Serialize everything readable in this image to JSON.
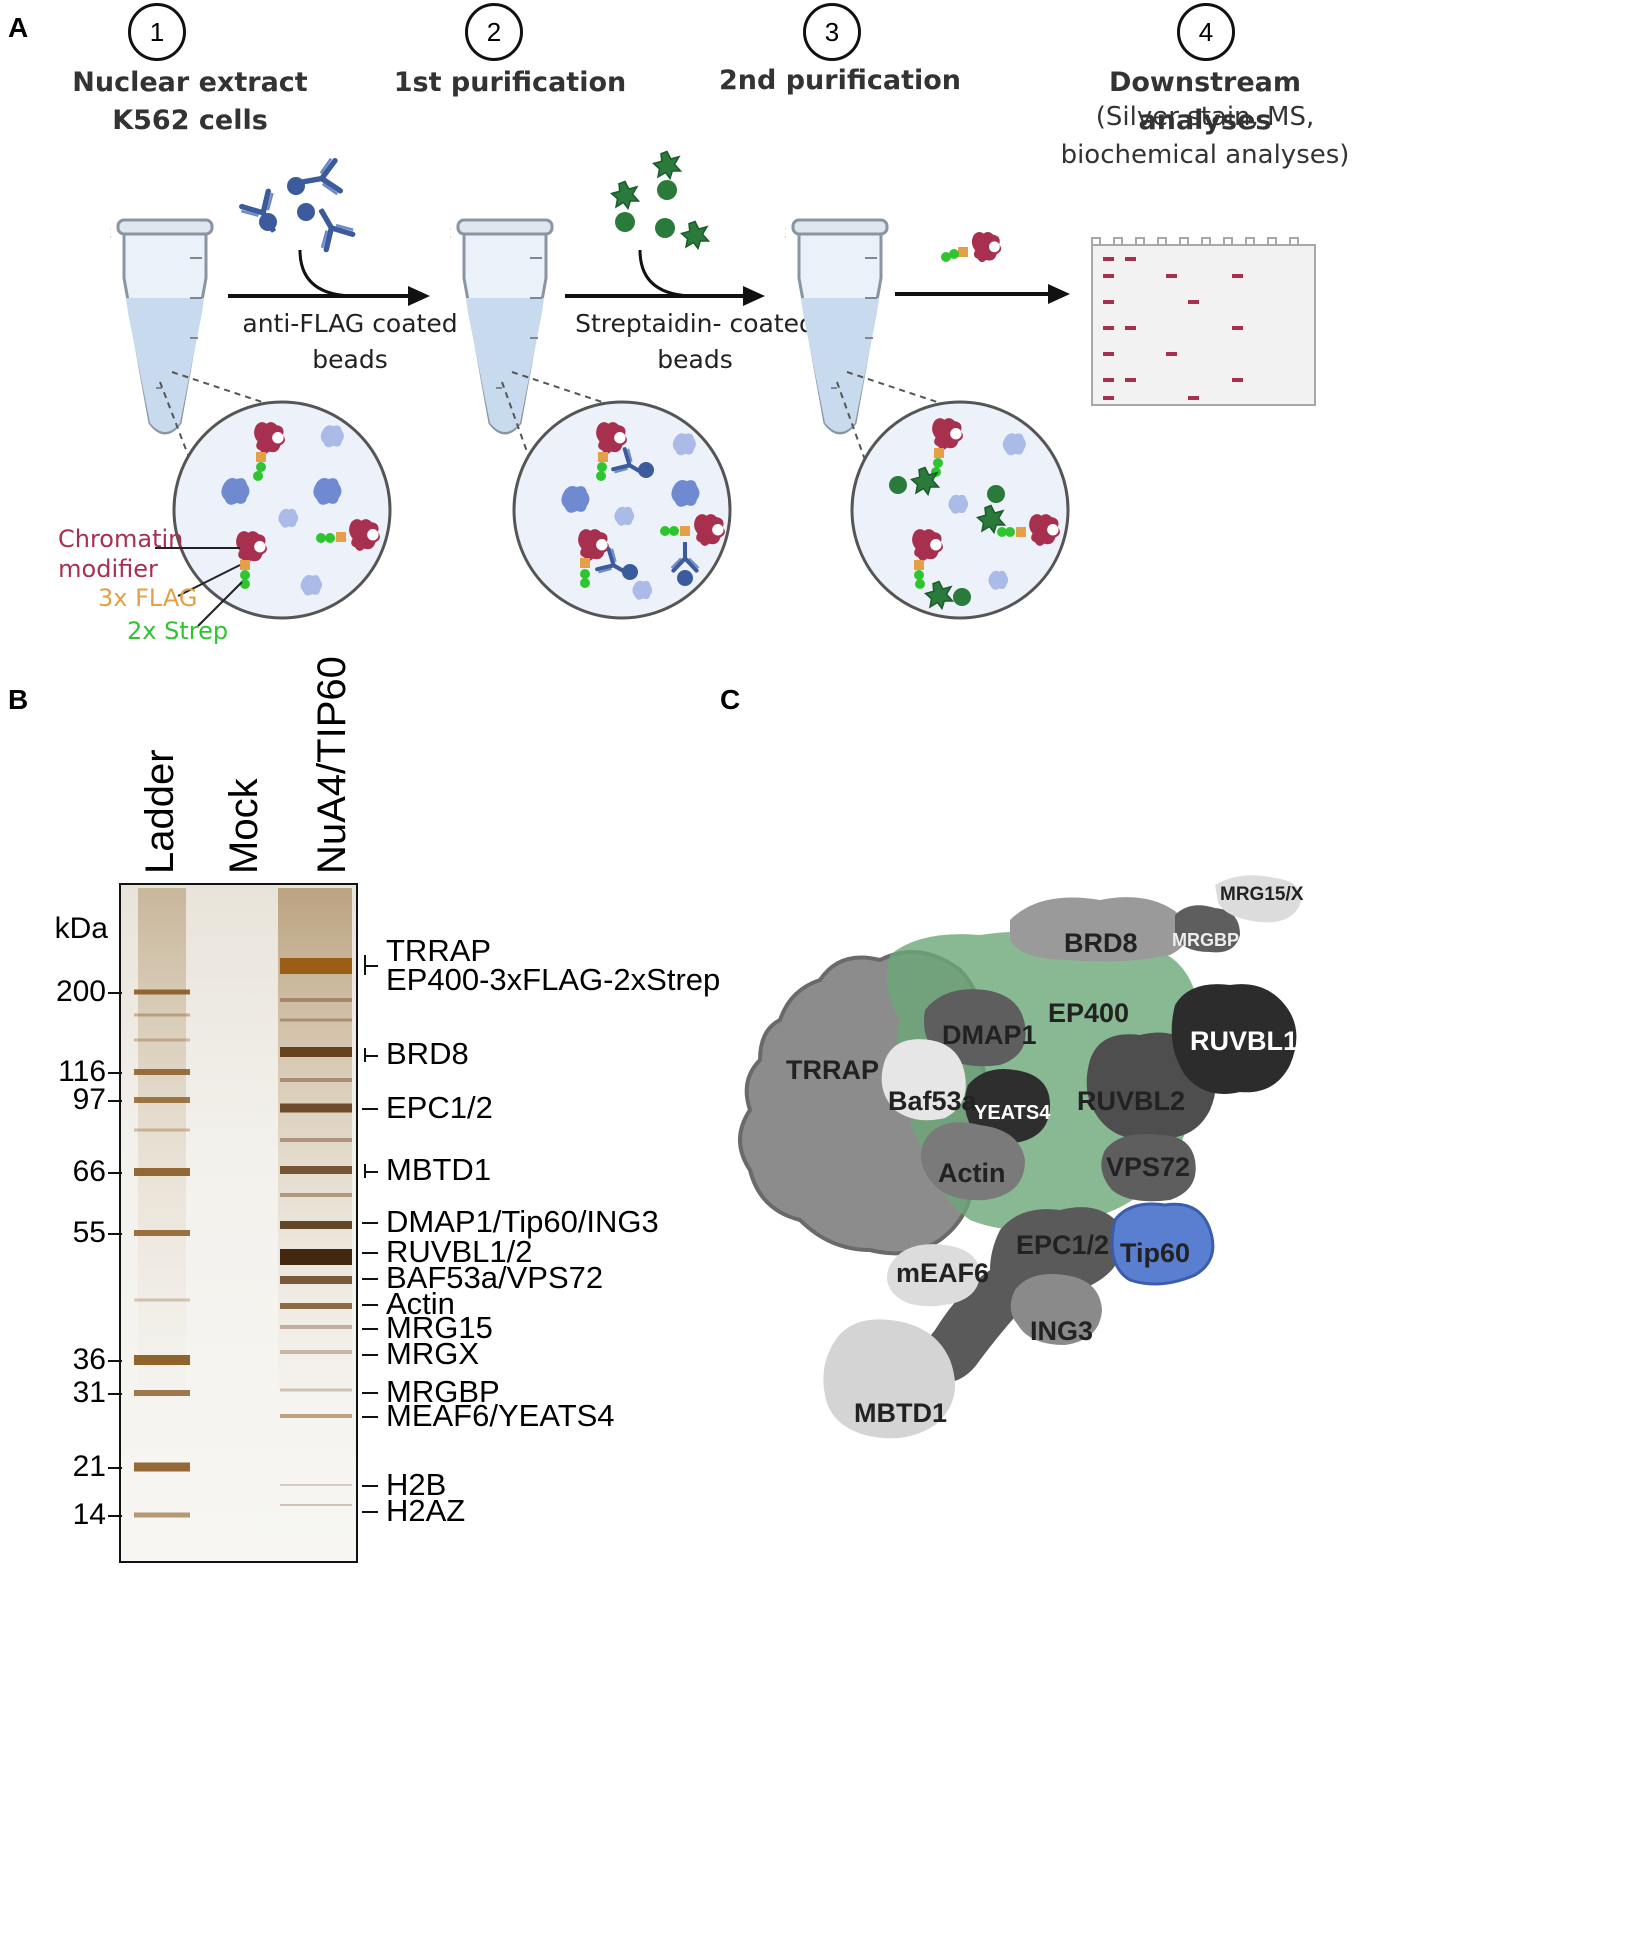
{
  "panels": {
    "a": "A",
    "b": "B",
    "c": "C"
  },
  "workflow": {
    "steps": [
      {
        "number": "1",
        "title_lines": [
          "Nuclear extract",
          "K562 cells"
        ]
      },
      {
        "number": "2",
        "title_lines": [
          "1st purification"
        ]
      },
      {
        "number": "3",
        "title_lines": [
          "2nd purification"
        ]
      },
      {
        "number": "4",
        "title_lines": [
          "Downstream analyses"
        ],
        "subtitle_lines": [
          "(Silver stain, MS,",
          "biochemical analyses)"
        ]
      }
    ],
    "arrows": [
      {
        "label_lines": [
          "anti-FLAG coated",
          "beads"
        ]
      },
      {
        "label_lines": [
          "Streptaidin- coated",
          "beads"
        ]
      }
    ],
    "legend": {
      "chromatin_modifier": [
        "Chromatin",
        "modifier"
      ],
      "flag": "3x FLAG",
      "strep": "2x Strep"
    },
    "colors": {
      "chromatin_modifier": "#a8304f",
      "flag": "#e3a046",
      "strep": "#2fc52f",
      "antibody": "#3c5b9c",
      "streptavidin": "#2a7a3c",
      "background_protein": "#8fa6dd"
    }
  },
  "gel": {
    "lanes": [
      "Ladder",
      "Mock",
      "NuA4/TIP60"
    ],
    "unit": "kDa",
    "markers": [
      "200",
      "116",
      "97",
      "66",
      "55",
      "36",
      "31",
      "21",
      "14"
    ],
    "band_labels": [
      "TRRAP",
      "EP400-3xFLAG-2xStrep",
      "BRD8",
      "EPC1/2",
      "MBTD1",
      "DMAP1/Tip60/ING3",
      "RUVBL1/2",
      "BAF53a/VPS72",
      "Actin",
      "MRG15",
      "MRGX",
      "MRGBP",
      "MEAF6/YEATS4",
      "H2B",
      "H2AZ"
    ]
  },
  "complex": {
    "subunits": {
      "trrap": "TRRAP",
      "ep400": "EP400",
      "brd8": "BRD8",
      "mrgbp": "MRGBP",
      "mrg15x": "MRG15/X",
      "dmap1": "DMAP1",
      "baf53a": "Baf53a",
      "yeats4": "YEATS4",
      "actin": "Actin",
      "ruvbl1": "RUVBL1",
      "ruvbl2": "RUVBL2",
      "vps72": "VPS72",
      "epc12": "EPC1/2",
      "tip60": "Tip60",
      "meaf6": "mEAF6",
      "ing3": "ING3",
      "mbtd1": "MBTD1"
    },
    "colors": {
      "ep400": "#6aa877",
      "trrap": "#8c8c8c",
      "dark": "#3a3a3a",
      "mid": "#606060",
      "light": "#d4d4d4",
      "tip60": "#5b7fd0"
    }
  }
}
